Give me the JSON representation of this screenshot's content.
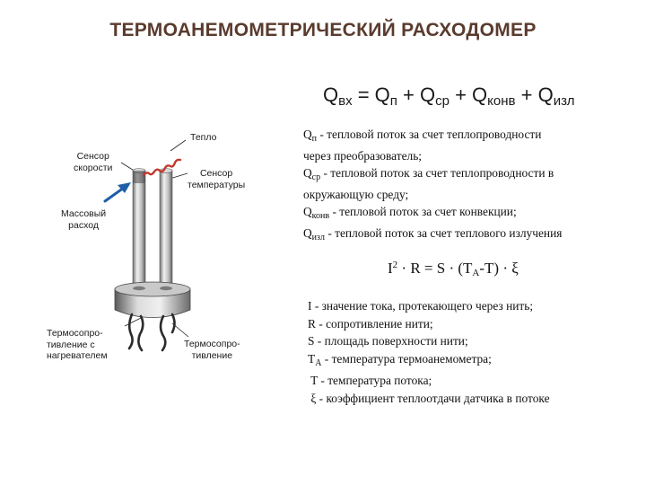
{
  "title": "ТЕРМОАНЕМОМЕТРИЧЕСКИЙ РАСХОДОМЕР",
  "equation_main": {
    "lhs_symbol": "Q",
    "lhs_sub": "вх",
    "equals": " = ",
    "terms": [
      {
        "symbol": "Q",
        "sub": "п"
      },
      {
        "symbol": "Q",
        "sub": "ср"
      },
      {
        "symbol": "Q",
        "sub": "конв"
      },
      {
        "symbol": "Q",
        "sub": "изл"
      }
    ],
    "plus": " + "
  },
  "heat_definitions": [
    {
      "symbol": "Q",
      "sub": "п",
      "lines": [
        " - тепловой поток за счет теплопроводности",
        "через преобразователь;"
      ]
    },
    {
      "symbol": "Q",
      "sub": "ср",
      "lines": [
        " - тепловой поток за счет теплопроводности в",
        "окружающую среду;"
      ]
    },
    {
      "symbol": "Q",
      "sub": "конв",
      "lines": [
        " - тепловой поток за счет конвекции;"
      ]
    },
    {
      "symbol": "Q",
      "sub": "изл",
      "lines": [
        " - тепловой поток за счет теплового излучения"
      ]
    }
  ],
  "equation_energy": {
    "part1": "I",
    "sup": "2",
    "part2": " · R = S · (T",
    "sub": "A",
    "part3": "-T) · ξ"
  },
  "variable_definitions": [
    {
      "symbol": "I",
      "sub": "",
      "text": " - значение тока, протекающего через нить;"
    },
    {
      "symbol": "R",
      "sub": "",
      "text": " - сопротивление нити;"
    },
    {
      "symbol": "S",
      "sub": "",
      "text": " - площадь поверхности нити;"
    },
    {
      "symbol": "T",
      "sub": "A",
      "text": " - температура термоанемометра;"
    },
    {
      "symbol": " T",
      "sub": "",
      "text": " - температура потока;"
    },
    {
      "symbol": " ξ",
      "sub": "",
      "text": " - коэффициент теплоотдачи датчика в потоке"
    }
  ],
  "diagram": {
    "labels": {
      "heat": "Тепло",
      "velocity_sensor": [
        "Сенсор",
        "скорости"
      ],
      "temperature_sensor": [
        "Сенсор",
        "температуры"
      ],
      "mass_flow": [
        "Массовый",
        "расход"
      ],
      "heated_thermistor": [
        "Термосопро-",
        "тивление с",
        "нагревателем"
      ],
      "thermistor": [
        "Термосопро-",
        "тивление"
      ]
    },
    "colors": {
      "title": "#5a3b2e",
      "heat_wave": "#c0392b",
      "flow_arrow": "#1f5fa8",
      "probe_dark": "#6d6d6d",
      "probe_light": "#e4e4e4"
    }
  }
}
